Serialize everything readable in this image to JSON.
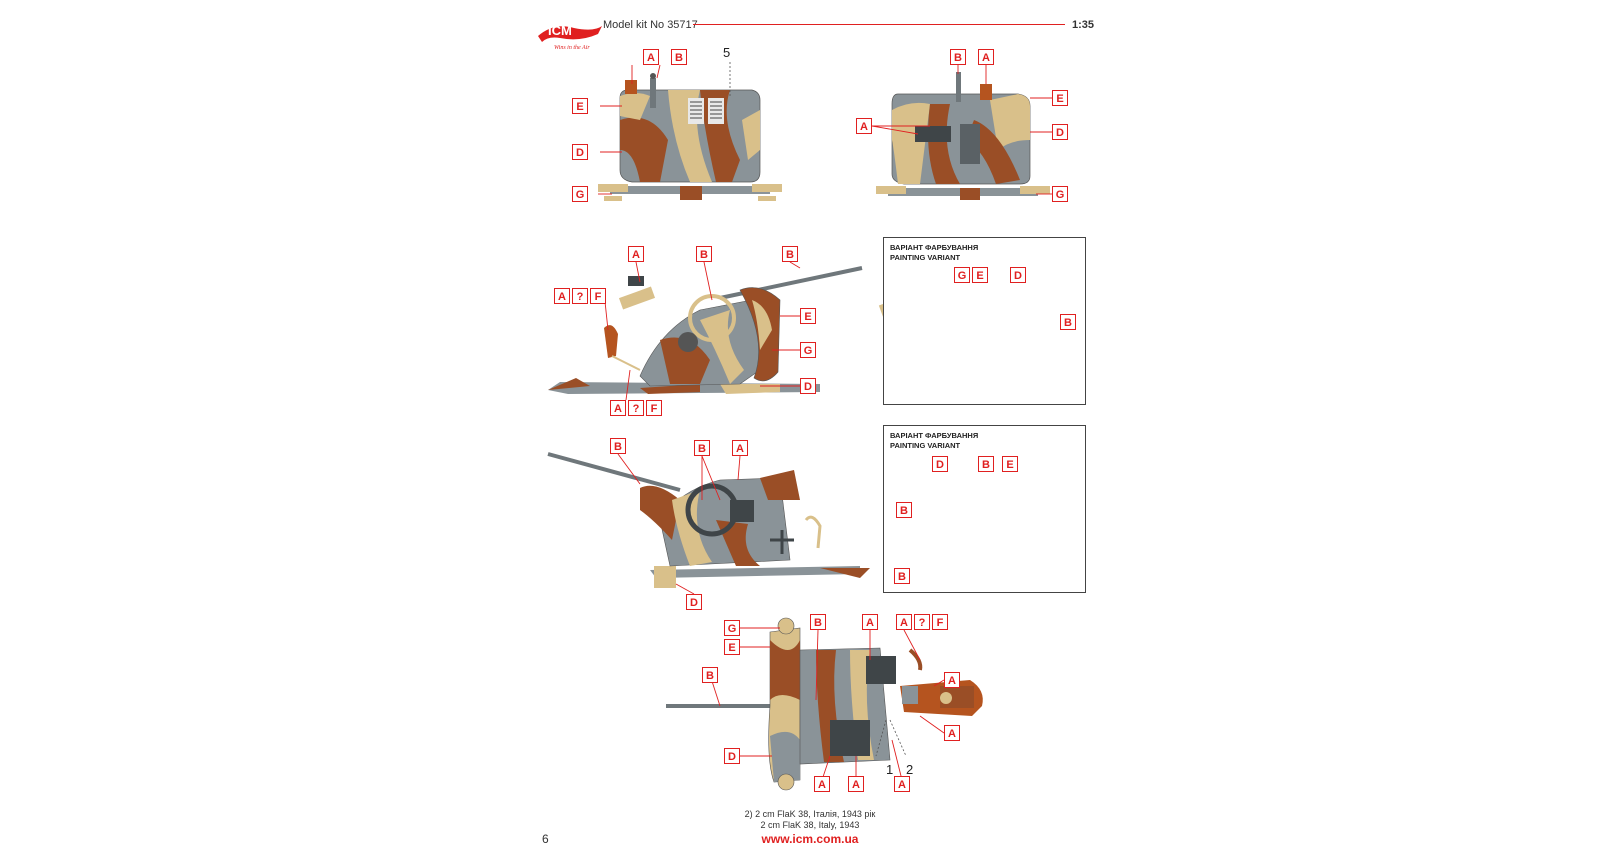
{
  "header": {
    "brand": "ICM",
    "tagline": "Wins in the Air",
    "kit_label": "Model kit No 35717",
    "scale": "1:35"
  },
  "panels": [
    {
      "title_ua": "ВАРІАНТ ФАРБУВАННЯ",
      "title_en": "PAINTING VARIANT"
    },
    {
      "title_ua": "ВАРІАНТ ФАРБУВАННЯ",
      "title_en": "PAINTING VARIANT"
    }
  ],
  "labels": {
    "A": "A",
    "B": "B",
    "D": "D",
    "E": "E",
    "F": "F",
    "G": "G",
    "Q": "?"
  },
  "numbers": {
    "n1": "1",
    "n2": "2",
    "n5": "5"
  },
  "colors": {
    "grey": "#8a9398",
    "brown": "#9a4e26",
    "sand": "#d9c08a",
    "accent": "#e02020"
  },
  "footer": {
    "caption_ua": "2) 2 cm FlaK 38, Італія, 1943 рік",
    "caption_en": "2 cm FlaK 38, Italy, 1943",
    "url": "www.icm.com.ua",
    "page_number": "6"
  }
}
